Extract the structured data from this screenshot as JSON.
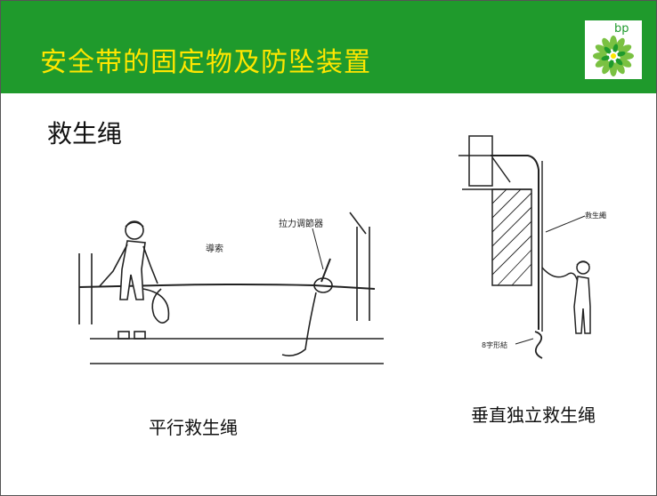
{
  "header": {
    "title": "安全带的固定物及防坠装置",
    "logo_text": "bp",
    "accent_color": "#1f9a2c",
    "title_color": "#ffe600"
  },
  "subtitle": "救生绳",
  "left_figure": {
    "label_tensioner": "拉力调節器",
    "label_guide_rope": "導索",
    "caption": "平行救生绳"
  },
  "right_figure": {
    "label_lifeline": "救生繩",
    "label_figure8_knot": "8字形結",
    "caption": "垂直独立救生绳"
  }
}
